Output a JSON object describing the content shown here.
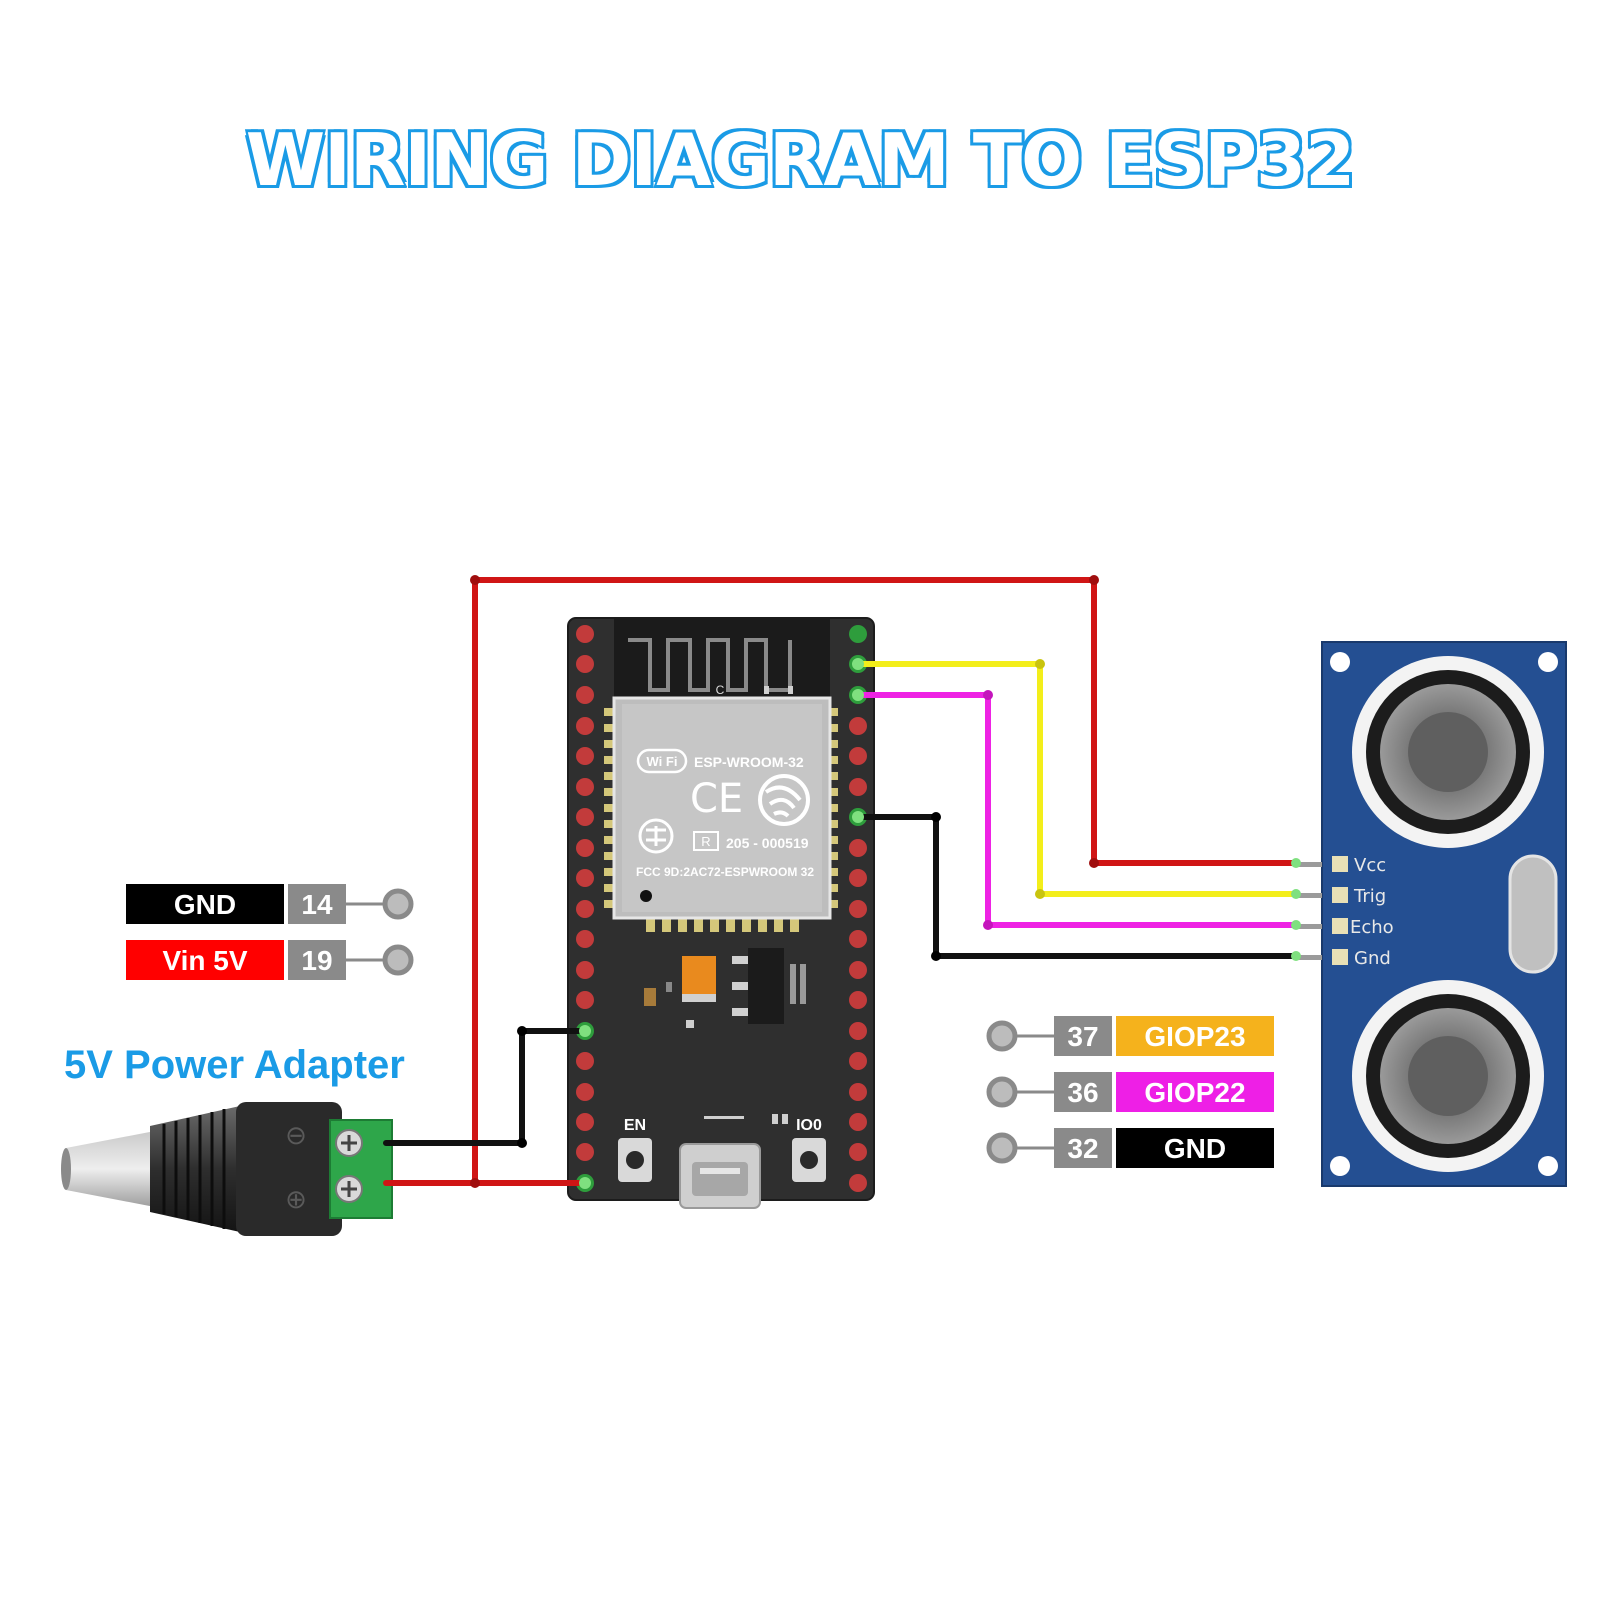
{
  "title": "WIRING DIAGRAM TO ESP32",
  "power_adapter": {
    "label": "5V Power Adapter",
    "minus_symbol": "⊖",
    "plus_symbol": "⊕"
  },
  "left_legend": [
    {
      "name": "GND",
      "pin": "14",
      "color": "#000000"
    },
    {
      "name": "Vin 5V",
      "pin": "19",
      "color": "#ff0000"
    }
  ],
  "right_legend": [
    {
      "pin": "37",
      "name": "GIOP23",
      "color": "#f5b21c"
    },
    {
      "pin": "36",
      "name": "GIOP22",
      "color": "#ee1fe6"
    },
    {
      "pin": "32",
      "name": "GND",
      "color": "#000000"
    }
  ],
  "esp32": {
    "module_name": "ESP-WROOM-32",
    "wifi_text": "Wi Fi",
    "ce_mark": "CE",
    "cert_r": "R",
    "cert_number": "205 - 000519",
    "fcc_text": "FCC 9D:2AC72-ESPWROOM 32",
    "antenna_label": "C",
    "en_label": "EN",
    "io0_label": "IO0"
  },
  "sensor": {
    "pins": [
      "Vcc",
      "Trig",
      "Echo",
      "Gnd"
    ]
  },
  "wire_colors": {
    "power": "#d01515",
    "ground": "#111111",
    "trig": "#f3ee1a",
    "echo": "#ee22e4"
  }
}
